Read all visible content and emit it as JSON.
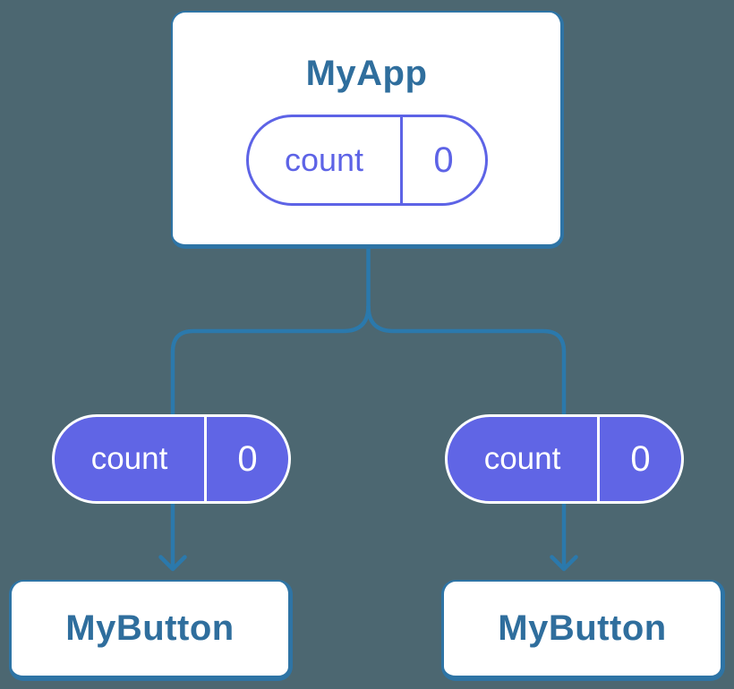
{
  "diagram": {
    "background_color": "#4C6771",
    "connector_color": "#2b79ac",
    "box_border_color": "#2e74a5",
    "box_fill_color": "#ffffff",
    "title_text_color": "#2f6e9d",
    "accent_purple": "#5d63e6",
    "pill_solid_fill": "#6065e5",
    "parent": {
      "title": "MyApp",
      "state": {
        "label": "count",
        "value": "0"
      }
    },
    "children": [
      {
        "title": "MyButton",
        "prop": {
          "label": "count",
          "value": "0"
        }
      },
      {
        "title": "MyButton",
        "prop": {
          "label": "count",
          "value": "0"
        }
      }
    ]
  }
}
